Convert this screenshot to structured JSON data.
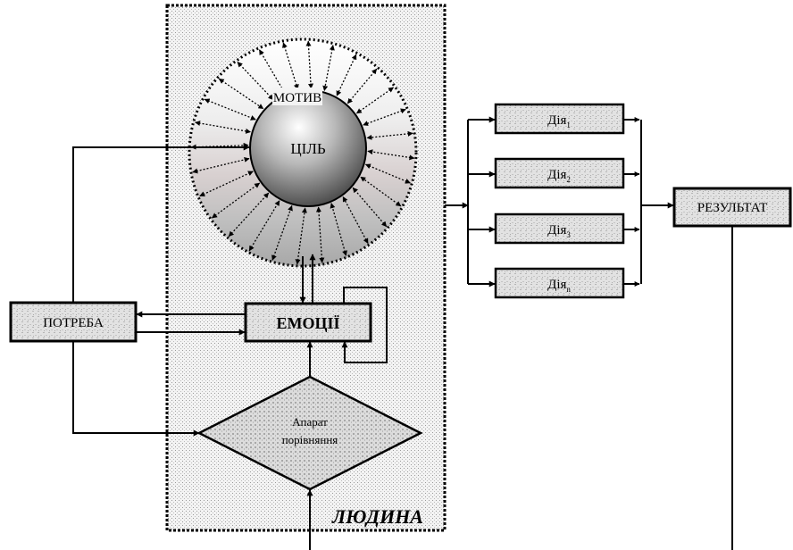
{
  "labels": {
    "motive": "МОТИВ",
    "goal": "ЦІЛЬ",
    "need": "ПОТРЕБА",
    "emotions": "ЕМОЦІЇ",
    "comparator_line1": "Апарат",
    "comparator_line2": "порівняння",
    "person": "ЛЮДИНА",
    "result": "РЕЗУЛЬТАТ"
  },
  "actions": [
    {
      "base": "Дія",
      "sub": "1"
    },
    {
      "base": "Дія",
      "sub": "2"
    },
    {
      "base": "Дія",
      "sub": "3"
    },
    {
      "base": "Дія",
      "sub": "n"
    }
  ],
  "colors": {
    "line": "#000000",
    "box_fill": "#d9d9d9",
    "panel_fill": "#ececec",
    "sphere_light": "#ffffff",
    "sphere_dark": "#555555",
    "background": "#ffffff"
  }
}
